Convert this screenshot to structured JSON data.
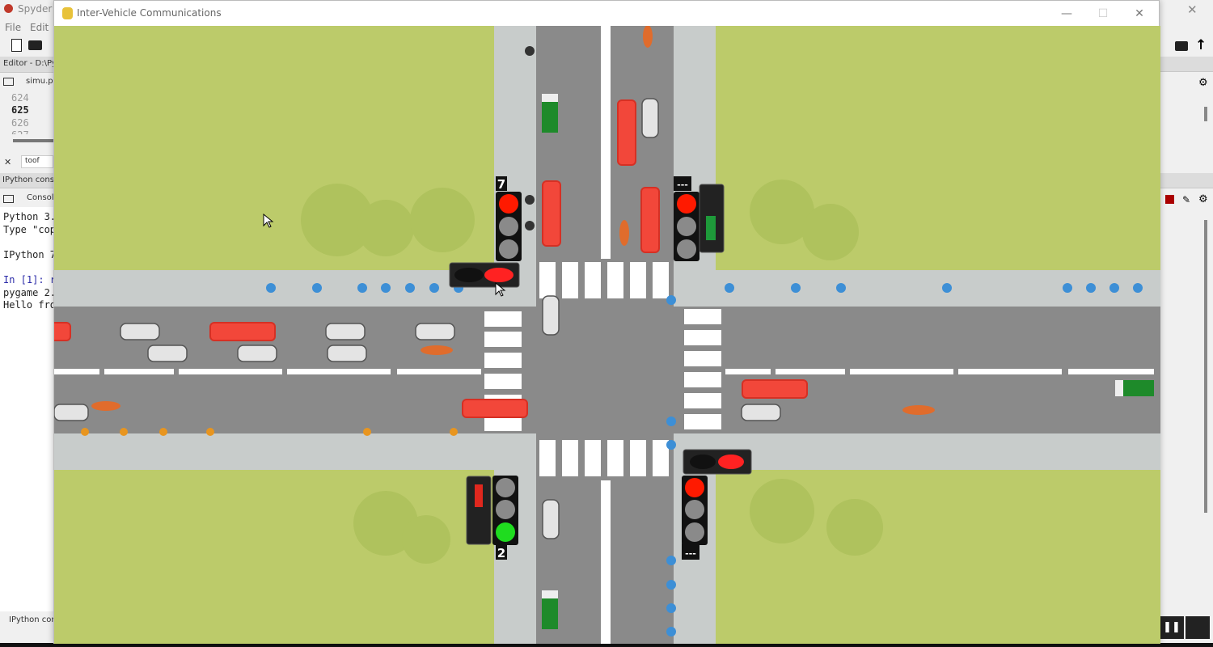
{
  "spyder": {
    "title": "Spyder (",
    "menu": [
      "File",
      "Edit"
    ],
    "editor_header": "Editor - D:\\Pyt",
    "editor_tab": "simu.py",
    "line_numbers": [
      "624",
      "625",
      "626",
      "627"
    ],
    "find_value": "toof",
    "console_header": "IPython conso",
    "console_tab": "Console",
    "console_lines": [
      "Python 3.",
      "Type \"cop",
      "",
      "IPython 7",
      "",
      "In [1]: r",
      "pygame 2.",
      "Hello fro"
    ],
    "bottom_tab": "IPython cons",
    "close_label": "✕"
  },
  "window": {
    "title": "Inter-Vehicle Communications",
    "minimize": "—",
    "maximize": "☐",
    "close": "✕"
  },
  "signals": {
    "north_timer": "7",
    "south_timer": "2",
    "east_timer": "---",
    "southeast_timer": "---"
  },
  "colors": {
    "grass": "#bccb6a",
    "road": "#8a8a8a",
    "sidewalk": "#c8cccb",
    "red": "#ff1a00",
    "green": "#1fdc1f",
    "bus": "#f2473a"
  }
}
